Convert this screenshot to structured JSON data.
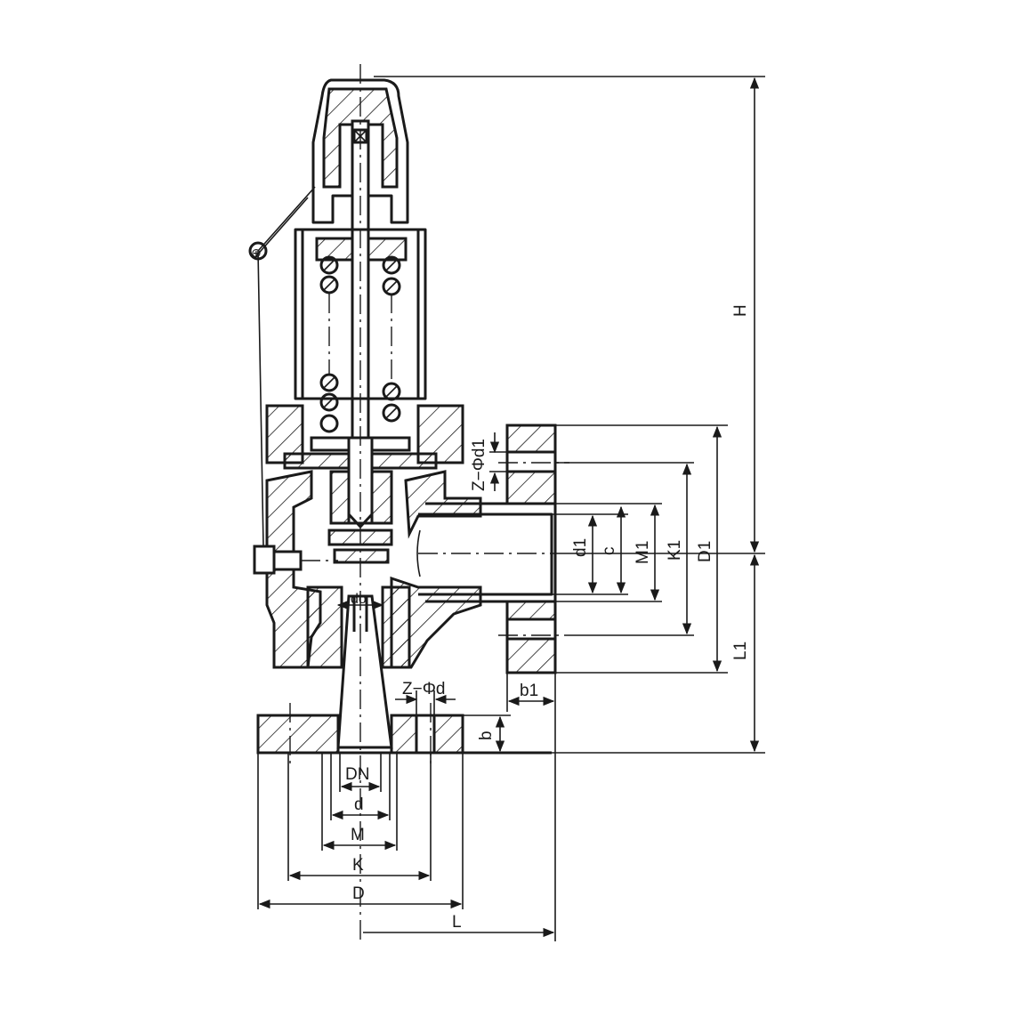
{
  "labels": {
    "H": "H",
    "L1": "L1",
    "D1": "D1",
    "K1": "K1",
    "M1": "M1",
    "c": "c",
    "d1": "d1",
    "Z_d1": "Z−Φd1",
    "b1": "b1",
    "do": "do",
    "Z_d": "Z−Φd",
    "b": "b",
    "DN": "DN",
    "d": "d",
    "M": "M",
    "K": "K",
    "D": "D",
    "L": "L",
    "seal": "⊕"
  },
  "colors": {
    "ink": "#1a1a1a",
    "paper": "#ffffff"
  }
}
